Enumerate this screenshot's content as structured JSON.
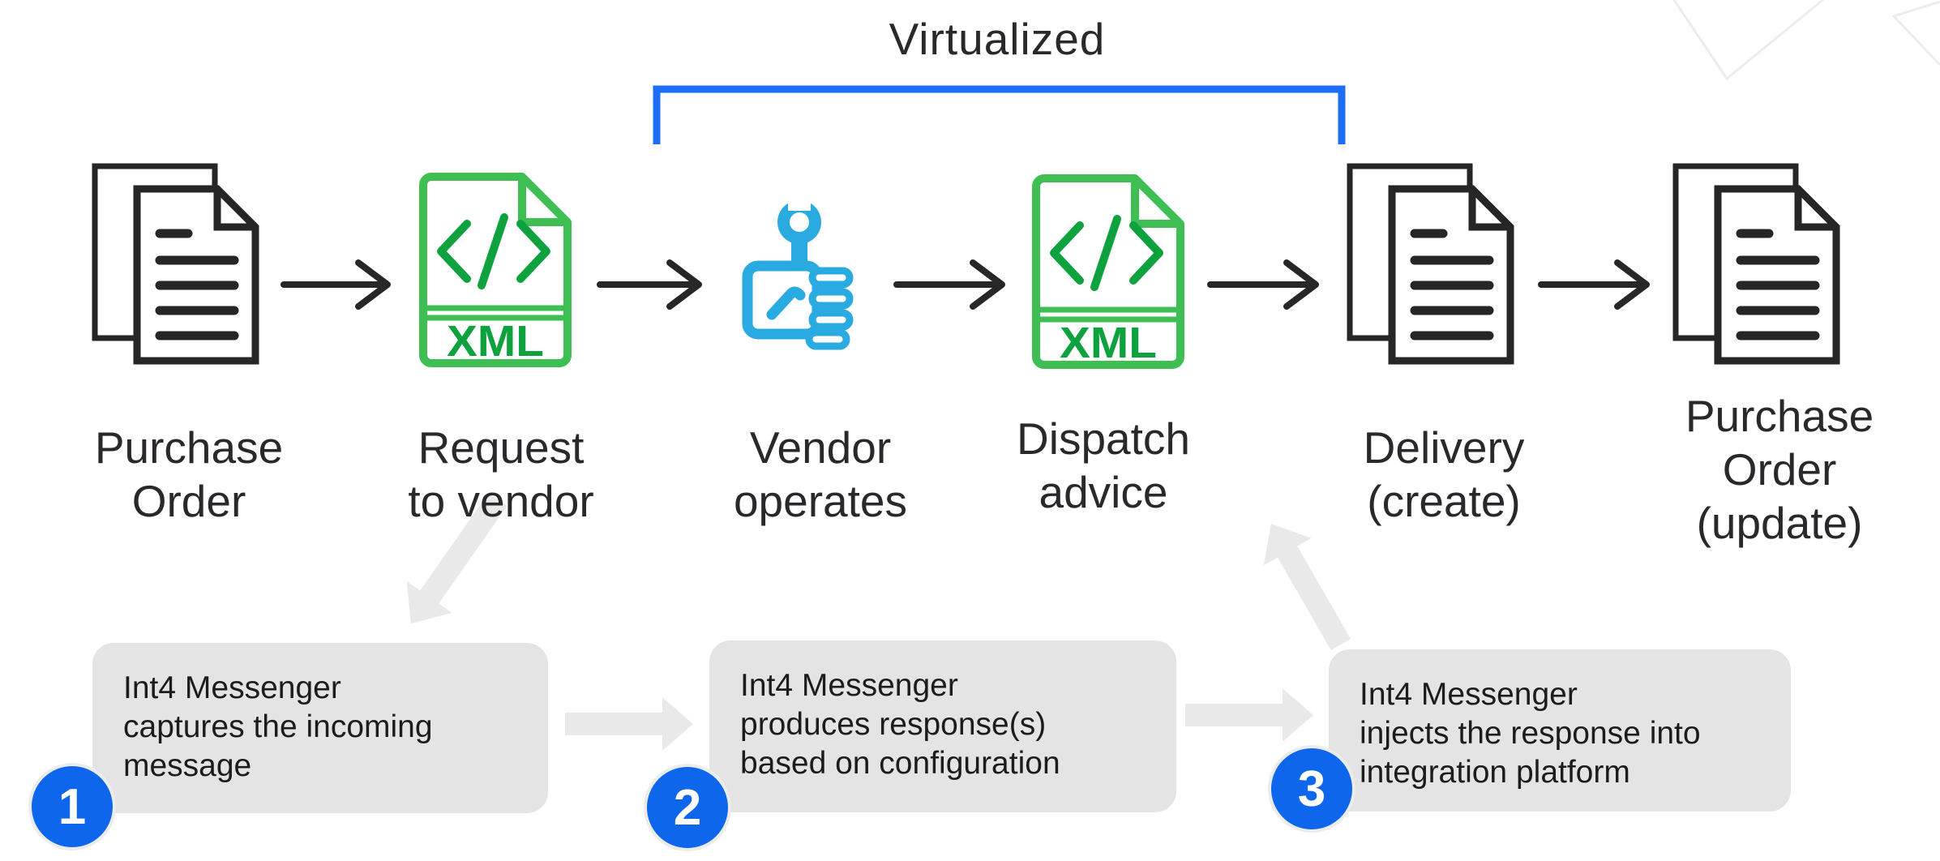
{
  "title": {
    "text": "Virtualized"
  },
  "colors": {
    "bracket_blue": "#1b6ef5",
    "badge_blue": "#0d66ec",
    "icon_blue": "#29abe2",
    "green_outline": "#3fbf53",
    "green_glyph": "#0ea23e",
    "box_gray": "#e4e4e4",
    "arrow_gray": "#e9e9e9",
    "text_dark": "#2a282c"
  },
  "flow": {
    "xml_badge": "XML",
    "steps": [
      {
        "id": "purchase-order",
        "icon": "documents-icon",
        "lines": [
          "Purchase",
          "Order"
        ]
      },
      {
        "id": "request-to-vendor",
        "icon": "xml-file-icon",
        "lines": [
          "Request",
          "to vendor"
        ]
      },
      {
        "id": "vendor-operates",
        "icon": "wrench-hand-icon",
        "lines": [
          "Vendor",
          "operates"
        ]
      },
      {
        "id": "dispatch-advice",
        "icon": "xml-file-icon",
        "lines": [
          "Dispatch",
          "advice"
        ]
      },
      {
        "id": "delivery-create",
        "icon": "documents-icon",
        "lines": [
          "Delivery",
          "(create)"
        ]
      },
      {
        "id": "purchase-order-update",
        "icon": "documents-icon",
        "lines": [
          "Purchase",
          "Order",
          "(update)"
        ]
      }
    ]
  },
  "notes": [
    {
      "num": "1",
      "lines": [
        "Int4 Messenger",
        "captures the incoming",
        "message"
      ]
    },
    {
      "num": "2",
      "lines": [
        "Int4 Messenger",
        "produces response(s)",
        "based on configuration"
      ]
    },
    {
      "num": "3",
      "lines": [
        "Int4 Messenger",
        "injects the response into",
        "integration platform"
      ]
    }
  ]
}
